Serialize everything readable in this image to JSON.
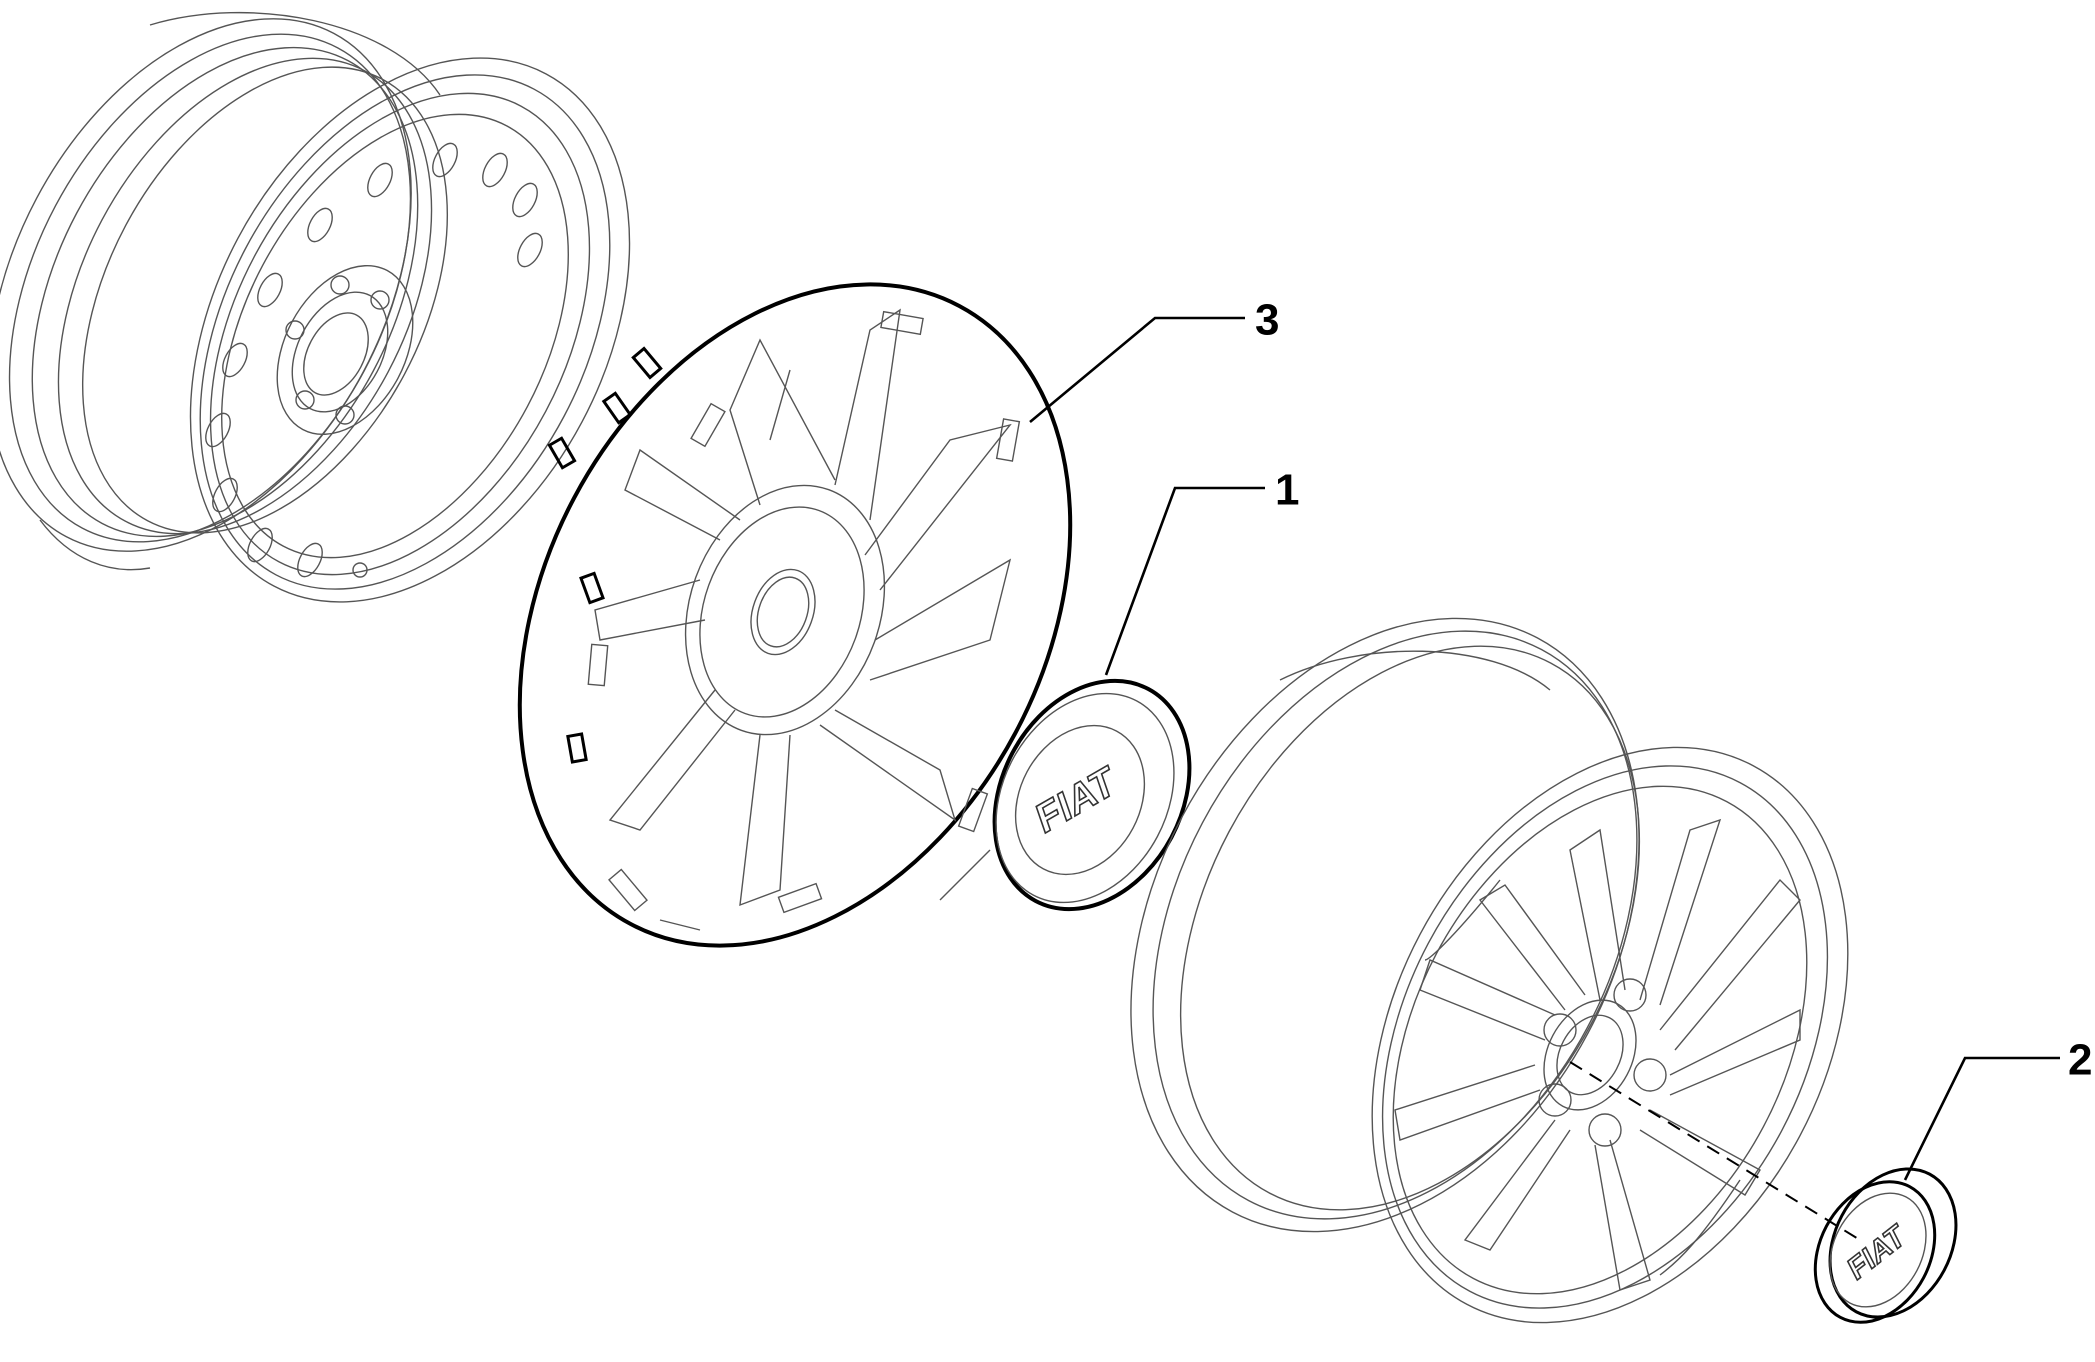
{
  "callouts": [
    {
      "id": "1",
      "label": "1"
    },
    {
      "id": "2",
      "label": "2"
    },
    {
      "id": "3",
      "label": "3"
    }
  ],
  "logo_text": "FIAT",
  "colors": {
    "line": "#555555",
    "outline": "#000000",
    "background": "#ffffff"
  }
}
